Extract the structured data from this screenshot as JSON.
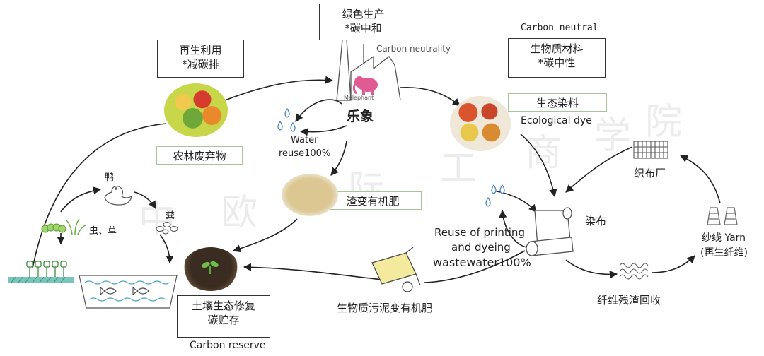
{
  "watermark": [
    "中",
    "欧",
    "际",
    "工",
    "商",
    "学",
    "院"
  ],
  "boxes": {
    "green_production": {
      "line1": "绿色生产",
      "line2": "*碳中和"
    },
    "recycle": {
      "line1": "再生利用",
      "line2": "*减碳排"
    },
    "biomaterial": {
      "line1": "生物质材料",
      "line2": "*碳中性"
    },
    "soil": {
      "line1": "土壤生态修复",
      "line2": "碳贮存"
    }
  },
  "green_boxes": {
    "agri_waste": "农林废弃物",
    "dye": "生态染料",
    "residue_fertilizer": "渣变有机肥"
  },
  "labels": {
    "carbon_neutrality": "Carbon neutrality",
    "carbon_neutral": "Carbon neutral",
    "brand_name": "乐象",
    "logo_text": "Melephant",
    "ecological_dye": "Ecological dye",
    "water_reuse_1": "Water",
    "water_reuse_2": "reuse100%",
    "duck": "鸭",
    "manure": "粪",
    "insect_grass": "虫、草",
    "weaving_mill": "织布厂",
    "dyeing_cloth": "染布",
    "reuse_printing_1": "Reuse of printing",
    "reuse_printing_2": "and dyeing",
    "reuse_printing_3": "wastewater100%",
    "yarn_1": "纱线 Yarn",
    "yarn_2": "(再生纤维)",
    "fiber_recycle": "纤维残渣回收",
    "sludge_fertilizer": "生物质污泥变有机肥",
    "carbon_reserve": "Carbon reserve"
  },
  "colors": {
    "box_border": "#333333",
    "green_border": "#a9c39f",
    "arrow": "#222222",
    "water_drop": "#4f86c6",
    "logo_pink": "#e05b93"
  }
}
